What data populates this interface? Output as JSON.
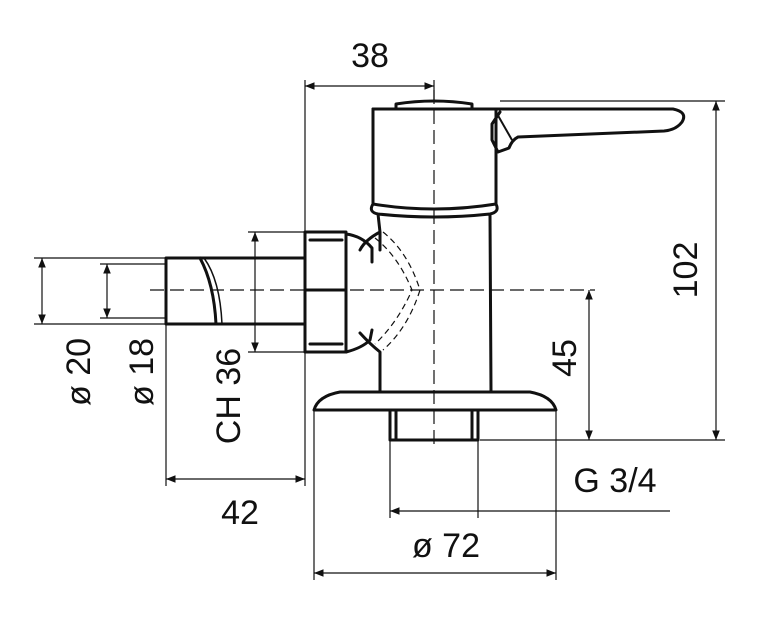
{
  "dimensions": {
    "top_width": "38",
    "height_total": "102",
    "height_outlet": "45",
    "dia_20": "ø 20",
    "dia_18": "ø 18",
    "hex": "CH 36",
    "inlet_length": "42",
    "thread": "G 3/4",
    "flange_dia": "ø 72"
  }
}
